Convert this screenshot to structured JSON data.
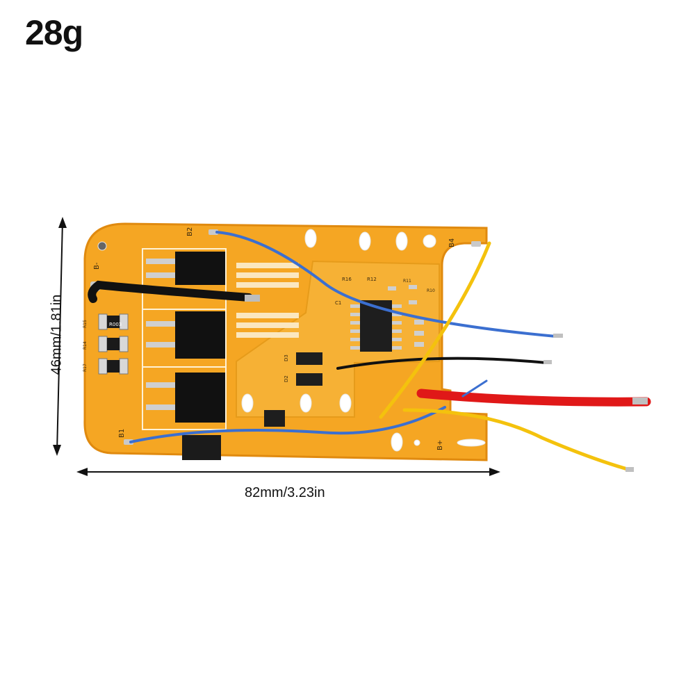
{
  "weight_label": "28g",
  "dimensions": {
    "width_label": "82mm/3.23in",
    "height_label": "46mm/1.81in"
  },
  "board": {
    "silkscreen": {
      "b_minus": "B-",
      "b1": "B1",
      "b2": "B2",
      "b4": "B4",
      "b_plus": "B+",
      "r003": "R003",
      "r16": "R16",
      "r12": "R12",
      "r11": "R11",
      "r10": "R10",
      "d3": "D3",
      "d2": "D2",
      "c1": "C1",
      "r15": "R15",
      "r14": "R14",
      "r17": "R17"
    },
    "colors": {
      "pcb": "#f5a623",
      "pcb_edge": "#e08a0f",
      "wire_blue": "#3b6fd0",
      "wire_red": "#e01818",
      "wire_black": "#111111",
      "wire_yellow": "#f4c20d"
    }
  }
}
